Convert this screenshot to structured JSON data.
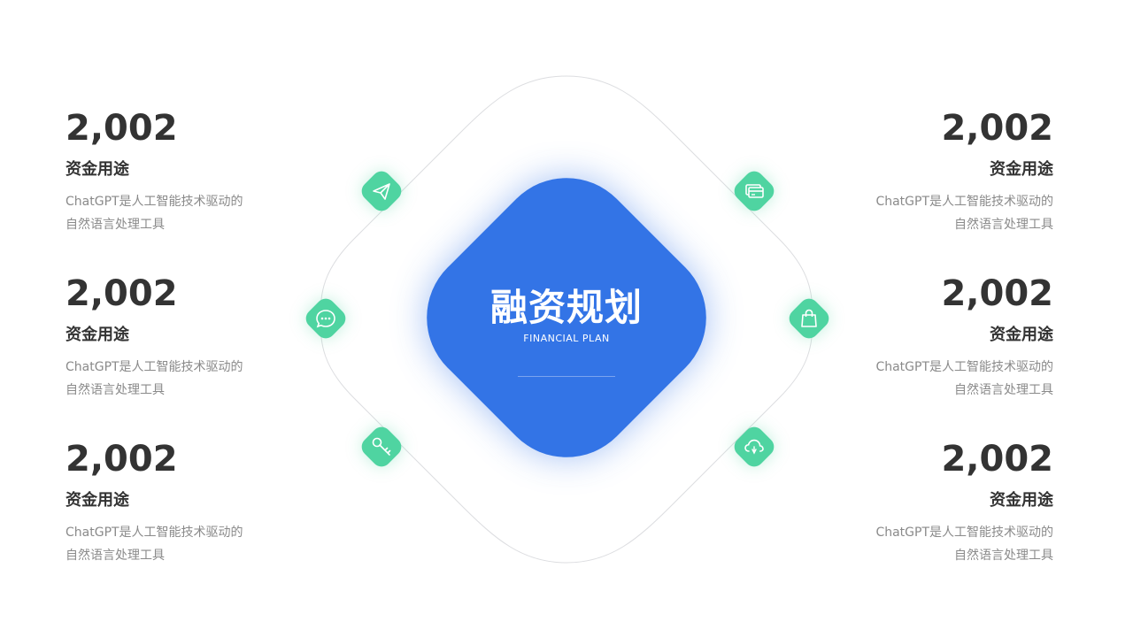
{
  "center": {
    "title": "融资规划",
    "subtitle": "FINANCIAL   PLAN"
  },
  "colors": {
    "primary": "#3374e6",
    "accent": "#4fd4a1",
    "number_text": "#333333",
    "body_text": "#8a8a8a"
  },
  "items": [
    {
      "number": "2,002",
      "title": "资金用途",
      "desc_line1": "ChatGPT是人工智能技术驱动的",
      "desc_line2": "自然语言处理工具",
      "icon": "paper-plane-icon"
    },
    {
      "number": "2,002",
      "title": "资金用途",
      "desc_line1": "ChatGPT是人工智能技术驱动的",
      "desc_line2": "自然语言处理工具",
      "icon": "chat-bubble-icon"
    },
    {
      "number": "2,002",
      "title": "资金用途",
      "desc_line1": "ChatGPT是人工智能技术驱动的",
      "desc_line2": "自然语言处理工具",
      "icon": "key-icon"
    },
    {
      "number": "2,002",
      "title": "资金用途",
      "desc_line1": "ChatGPT是人工智能技术驱动的",
      "desc_line2": "自然语言处理工具",
      "icon": "credit-card-icon"
    },
    {
      "number": "2,002",
      "title": "资金用途",
      "desc_line1": "ChatGPT是人工智能技术驱动的",
      "desc_line2": "自然语言处理工具",
      "icon": "shopping-bag-icon"
    },
    {
      "number": "2,002",
      "title": "资金用途",
      "desc_line1": "ChatGPT是人工智能技术驱动的",
      "desc_line2": "自然语言处理工具",
      "icon": "cloud-icon"
    }
  ]
}
